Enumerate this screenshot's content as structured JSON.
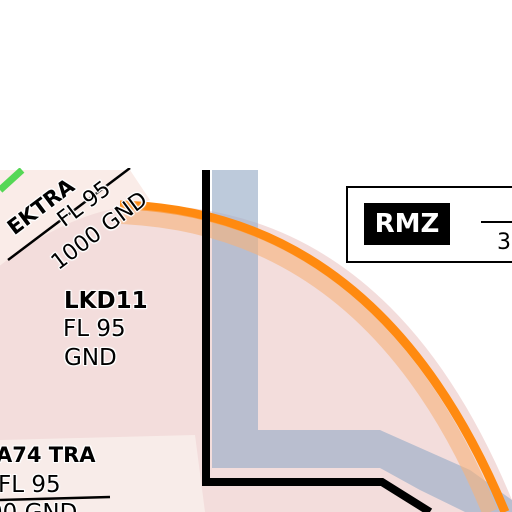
{
  "zones": {
    "lkd11": {
      "name": "LKD11",
      "upper": "FL 95",
      "lower": "GND"
    },
    "tra_top": {
      "name_partial": "EKTRA",
      "upper": "FL 95",
      "lower": "1000 GND"
    },
    "tra74": {
      "name": "A74 TRA",
      "upper": "FL 95",
      "lower": "00 GND"
    }
  },
  "rmz": {
    "label": "RMZ",
    "lower_partial": "3"
  },
  "colors": {
    "zone_fill": "#f2dcdc",
    "zone_border": "#ff8000",
    "tra_fill": "#faeae6",
    "corridor_fill": "#aab8cc",
    "boundary": "#000000",
    "green_edge": "#55d755"
  }
}
